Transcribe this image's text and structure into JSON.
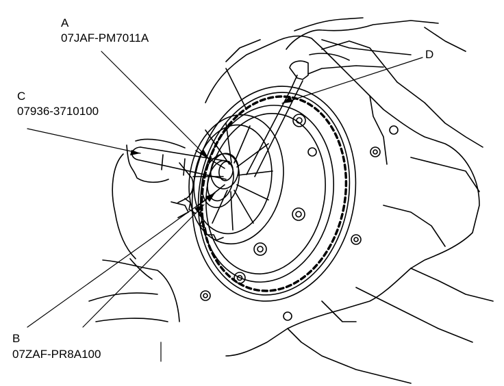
{
  "callouts": {
    "A": {
      "letter": "A",
      "part": "07JAF-PM7011A"
    },
    "B": {
      "letter": "B",
      "part": "07ZAF-PR8A100"
    },
    "C": {
      "letter": "C",
      "part": "07936-3710100"
    },
    "D": {
      "letter": "D"
    }
  },
  "colors": {
    "line": "#000000",
    "background": "#ffffff"
  }
}
